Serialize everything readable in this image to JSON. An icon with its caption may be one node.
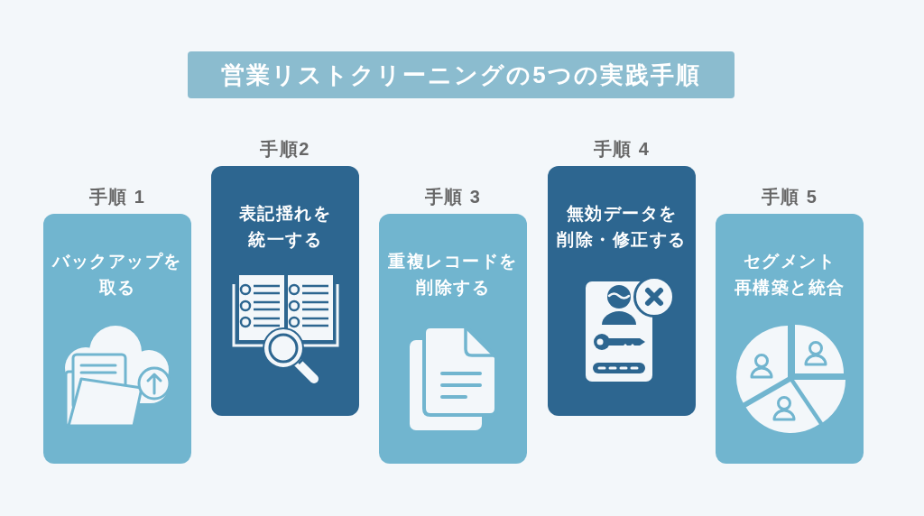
{
  "diagram": {
    "title": "営業リストクリーニングの5つの実践手順",
    "nodes": [
      {
        "text": [
          "手順 1",
          "バックアップを取る"
        ]
      },
      {
        "text": [
          "手順2",
          "表記揺れを統一する"
        ]
      },
      {
        "text": [
          "手順 3",
          "重複レコードを削除する"
        ]
      },
      {
        "text": [
          "手順 4",
          "無効データを削除・修正する"
        ]
      },
      {
        "text": [
          "手順 5",
          "セグメント再構築と統合"
        ]
      }
    ]
  }
}
